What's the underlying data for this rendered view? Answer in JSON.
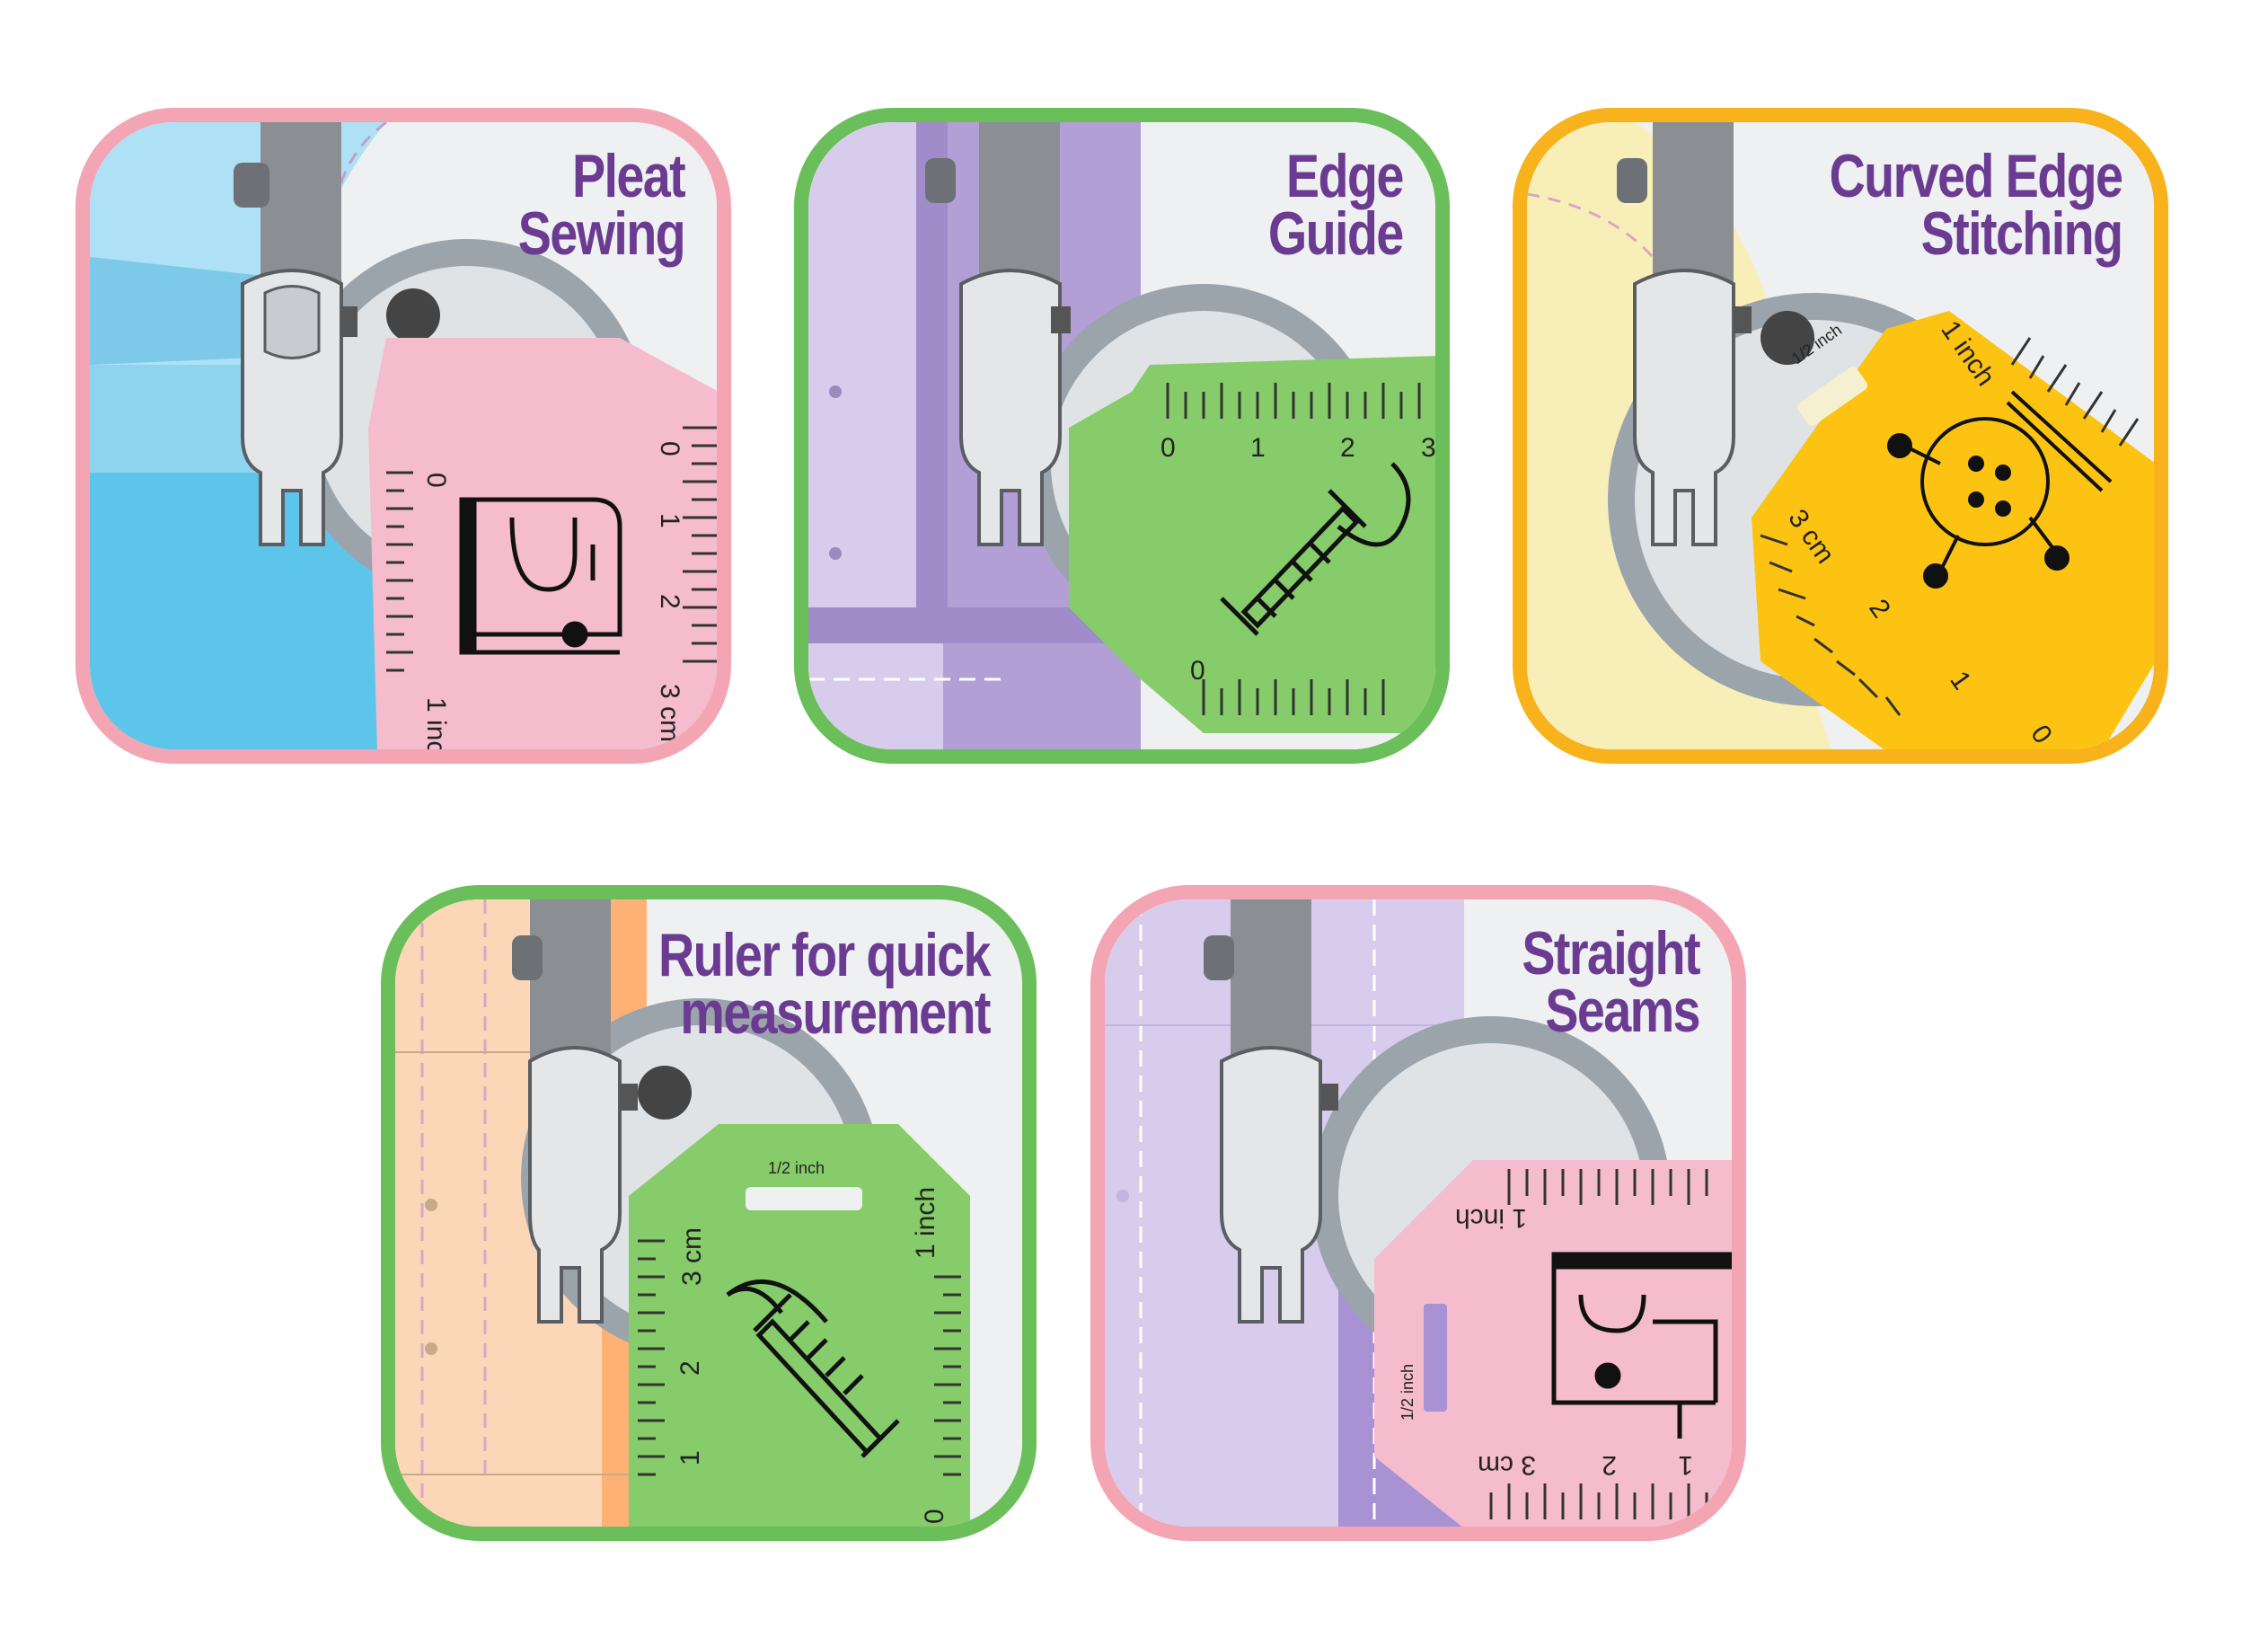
{
  "cards": [
    {
      "title": [
        "Pleat",
        "Sewing"
      ],
      "border_color": "#f4a5b4",
      "ruler_color": "#f5bccd",
      "icon": "sewing-machine-icon",
      "marks": {
        "a": "0",
        "b": "1",
        "c": "2",
        "d": "3 cm",
        "e": "0",
        "f": "1 inc"
      }
    },
    {
      "title": [
        "Edge",
        "Guide"
      ],
      "border_color": "#6abf5a",
      "ruler_color": "#86cc6a",
      "icon": "thread-spool-icon",
      "marks": {
        "a": "0",
        "b": "1",
        "c": "2",
        "d": "3",
        "e": "0"
      }
    },
    {
      "title": [
        "Curved Edge",
        "Stitching"
      ],
      "border_color": "#f7b21c",
      "ruler_color": "#fcc312",
      "icon": "button-icon",
      "marks": {
        "a": "1/2 inch",
        "b": "1 inch",
        "c": "3 cm",
        "d": "2",
        "e": "1",
        "f": "0"
      }
    },
    {
      "title": [
        "Ruler for quick",
        "measurement"
      ],
      "border_color": "#6abf5a",
      "ruler_color": "#86cc6a",
      "icon": "thread-spool-icon",
      "marks": {
        "a": "1/2 inch",
        "b": "3 cm",
        "c": "1 inch",
        "d": "2",
        "e": "1",
        "f": "0"
      }
    },
    {
      "title": [
        "Straight",
        "Seams"
      ],
      "border_color": "#f4a5b4",
      "ruler_color": "#f5bccd",
      "icon": "sewing-machine-icon",
      "marks": {
        "a": "1 inch",
        "b": "1/2 inch",
        "c": "3 cm",
        "d": "2",
        "e": "1"
      }
    }
  ]
}
